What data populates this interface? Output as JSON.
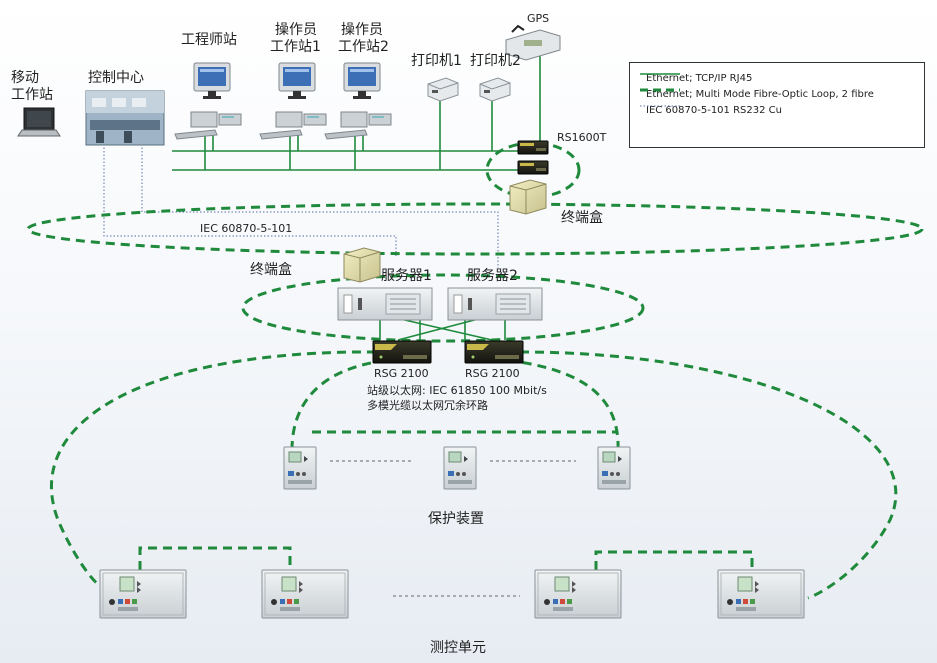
{
  "labels": {
    "gps": "GPS",
    "mobile_workstation_line1": "移动",
    "mobile_workstation_line2": "工作站",
    "control_center": "控制中心",
    "engineer_station": "工程师站",
    "operator1_line1": "操作员",
    "operator1_line2": "工作站1",
    "operator2_line1": "操作员",
    "operator2_line2": "工作站2",
    "printer1": "打印机1",
    "printer2": "打印机2",
    "rs1600t": "RS1600T",
    "terminal_box_top": "终端盒",
    "iec_101": "IEC 60870-5-101",
    "terminal_box_left": "终端盒",
    "server1": "服务器1",
    "server2": "服务器2",
    "rsg1": "RSG 2100",
    "rsg2": "RSG 2100",
    "station_ethernet_line1": "站级以太网: IEC 61850 100 Mbit/s",
    "station_ethernet_line2": "多模光缆以太网冗余环路",
    "protection_devices": "保护装置",
    "measurement_units": "测控单元"
  },
  "legend": [
    {
      "text": "Ethernet; TCP/IP RJ45",
      "style": "solid"
    },
    {
      "text": "Ethernet; Multi Mode Fibre-Optic Loop, 2 fibre",
      "style": "dashed"
    },
    {
      "text": "IEC 60870-5-101 RS232 Cu",
      "style": "dotted"
    }
  ],
  "colors": {
    "ethernet": "#1f8a3c",
    "fibre": "#1f8a3c",
    "serial": "#5a6fa8"
  }
}
